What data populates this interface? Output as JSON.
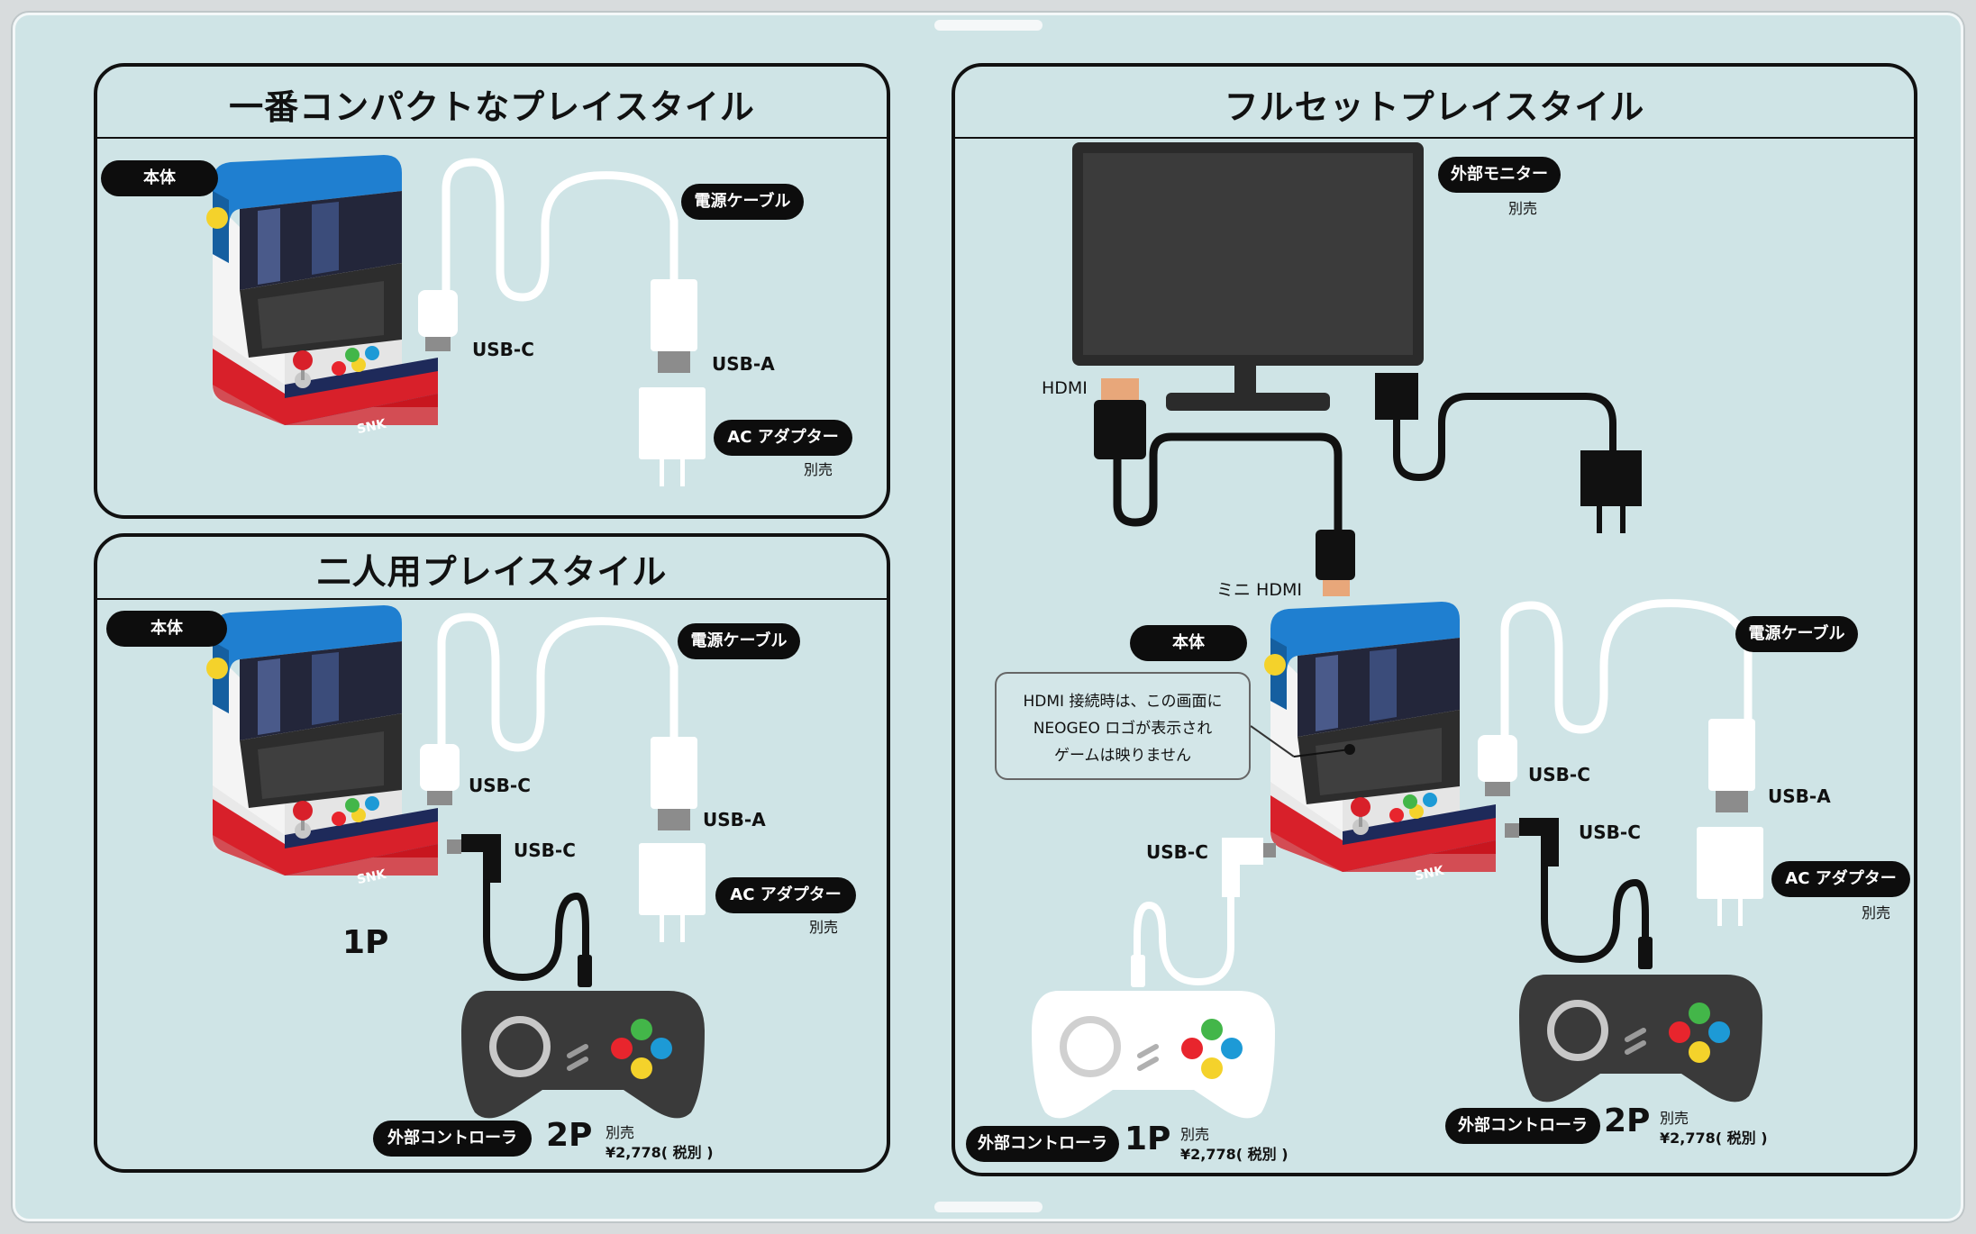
{
  "panels": {
    "compact": {
      "title": "一番コンパクトなプレイスタイル"
    },
    "two_player": {
      "title": "二人用プレイスタイル"
    },
    "full_set": {
      "title": "フルセットプレイスタイル"
    }
  },
  "labels": {
    "console": "本体",
    "power_cable": "電源ケーブル",
    "usb_c": "USB-C",
    "usb_a": "USB-A",
    "ac_adapter": "AC アダプター",
    "sold_separately": "別売",
    "external_monitor": "外部モニター",
    "hdmi": "HDMI",
    "mini_hdmi": "ミニ HDMI",
    "external_controller": "外部コントローラ",
    "player1": "1P",
    "player2": "2P",
    "price": "¥2,778( 税別 )",
    "snk_logo": "SNK"
  },
  "note": {
    "lines": [
      "HDMI 接続時は、この画面に",
      "NEOGEO ロゴが表示され",
      "ゲームは映りません"
    ]
  },
  "colors": {
    "background": "#cfe4e6",
    "panel_border": "#111111",
    "console_blue": "#1f7fd0",
    "console_red": "#d8202a",
    "button_red": "#e8252d",
    "button_green": "#43b649",
    "button_blue": "#1d9ad6",
    "button_yellow": "#f4d22b",
    "hdmi_tip": "#e8a77a",
    "controller_dark": "#3a3a3a",
    "controller_white": "#ffffff"
  },
  "icons": [
    "arcade-console-icon",
    "usb-c-plug-icon",
    "usb-a-plug-icon",
    "ac-adapter-icon",
    "monitor-icon",
    "controller-icon",
    "hdmi-plug-icon"
  ]
}
